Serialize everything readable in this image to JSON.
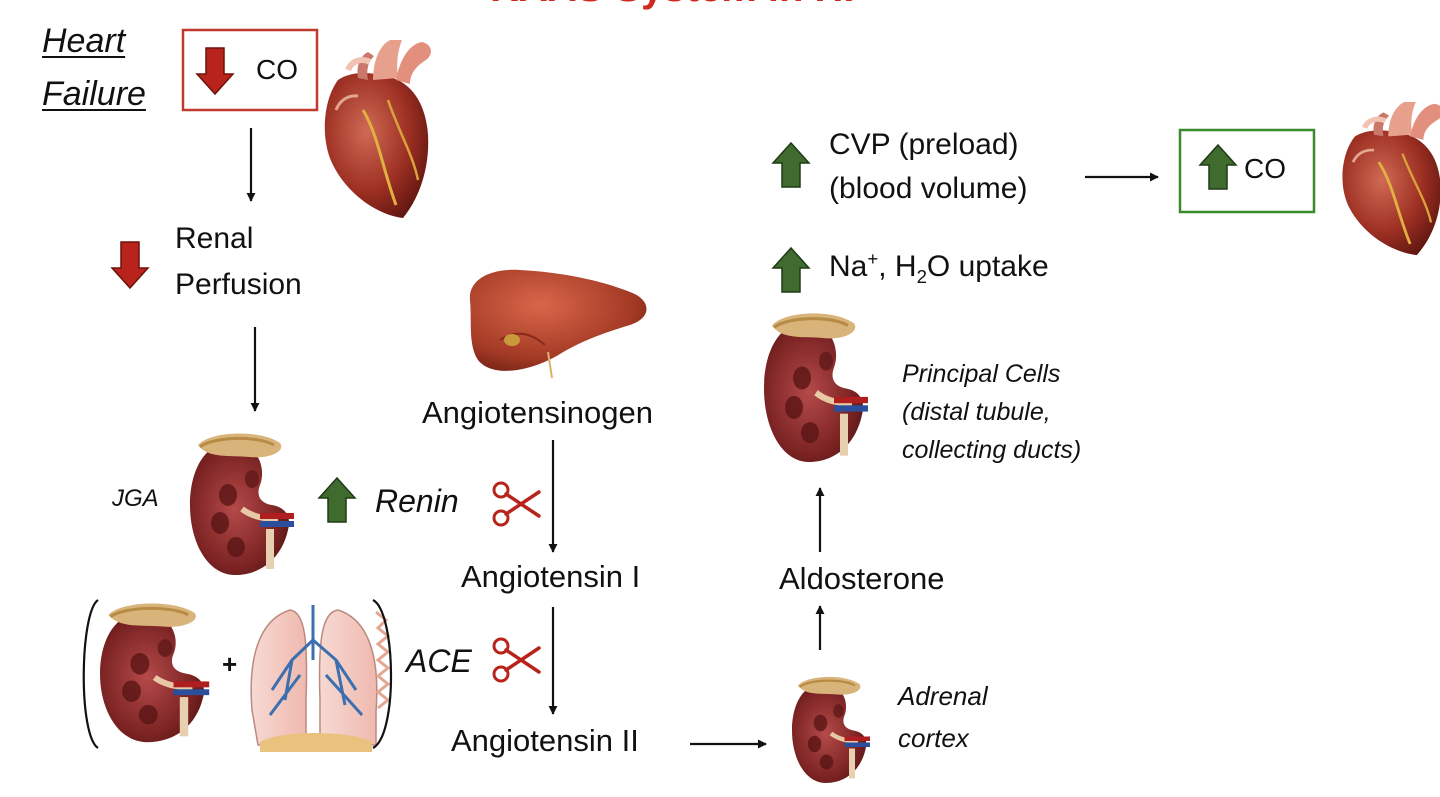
{
  "diagram": {
    "title": "RAAS System in HF",
    "heart_failure": {
      "line1": "Heart",
      "line2": "Failure"
    },
    "co_decrease": "CO",
    "co_increase": "CO",
    "renal": {
      "line1": "Renal",
      "line2": "Perfusion"
    },
    "jga": "JGA",
    "renin": "Renin",
    "ace": "ACE",
    "plus": "+",
    "angiotensinogen": "Angiotensinogen",
    "angiotensin_1": "Angiotensin I",
    "angiotensin_2": "Angiotensin II",
    "adrenal": {
      "line1": "Adrenal",
      "line2": "cortex"
    },
    "aldosterone": "Aldosterone",
    "principal_cells": {
      "line1": "Principal Cells",
      "line2": "(distal tubule,",
      "line3": "collecting ducts)"
    },
    "uptake": {
      "na": "Na",
      "na_sup": "+",
      "h": ", H",
      "h_sub": "2",
      "rest": "O uptake"
    },
    "cvp": {
      "line1": "CVP (preload)",
      "line2": "(blood volume)"
    }
  },
  "colors": {
    "decrease_arrow": "#b8231b",
    "increase_arrow": "#3f6b2f",
    "decrease_box": "#c0392b",
    "increase_box": "#3a8a2e",
    "title": "#d0281e",
    "scissors": "#b8231b"
  }
}
